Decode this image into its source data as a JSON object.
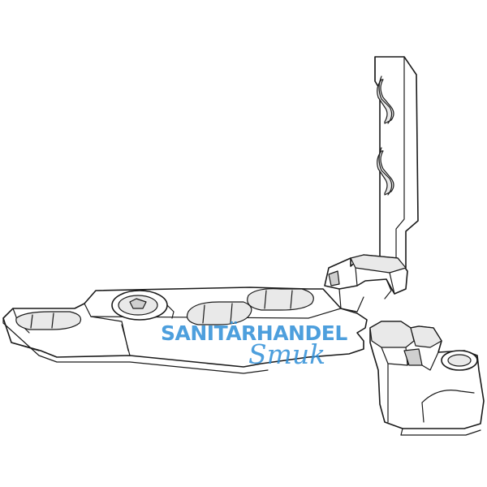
{
  "watermark": {
    "line1": "SANITÄRHANDEL",
    "line2": "Smuk",
    "color": "#2f8fd8"
  },
  "drawing": {
    "subject": "hardware-bracket-line-drawing",
    "line_color": "#1a1a1a",
    "fill_color": "#ffffff"
  }
}
